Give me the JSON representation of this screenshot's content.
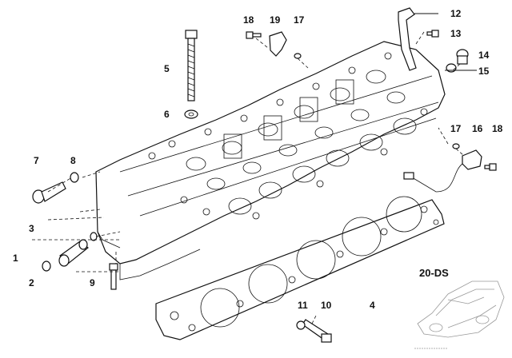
{
  "callouts": [
    {
      "id": "c1",
      "label": "1"
    },
    {
      "id": "c2",
      "label": "2"
    },
    {
      "id": "c3",
      "label": "3"
    },
    {
      "id": "c4",
      "label": "4"
    },
    {
      "id": "c5",
      "label": "5"
    },
    {
      "id": "c6",
      "label": "6"
    },
    {
      "id": "c7",
      "label": "7"
    },
    {
      "id": "c8",
      "label": "8"
    },
    {
      "id": "c9",
      "label": "9"
    },
    {
      "id": "c10",
      "label": "10"
    },
    {
      "id": "c11",
      "label": "11"
    },
    {
      "id": "c12",
      "label": "12"
    },
    {
      "id": "c13",
      "label": "13"
    },
    {
      "id": "c14",
      "label": "14"
    },
    {
      "id": "c15",
      "label": "15"
    },
    {
      "id": "c16",
      "label": "16"
    },
    {
      "id": "c17a",
      "label": "17"
    },
    {
      "id": "c17b",
      "label": "17"
    },
    {
      "id": "c18a",
      "label": "18"
    },
    {
      "id": "c18b",
      "label": "18"
    },
    {
      "id": "c19",
      "label": "19"
    }
  ],
  "model_code": "20-DS"
}
